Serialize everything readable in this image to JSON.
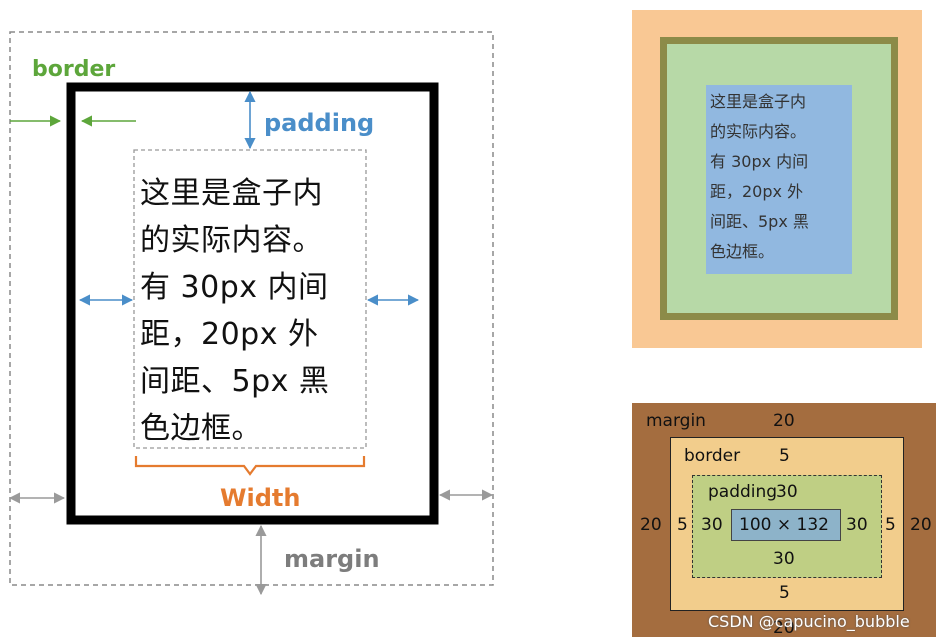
{
  "left_diagram": {
    "labels": {
      "border": "border",
      "padding": "padding",
      "width": "Width",
      "margin": "margin"
    },
    "content_lines": [
      "这里是盒子内",
      "的实际内容。",
      "有 30px 内间",
      "距，20px 外",
      "间距、5px 黑",
      "色边框。"
    ],
    "colors": {
      "border_label": "#5da63b",
      "padding_label": "#4a8ec9",
      "width_label": "#e57b2f",
      "margin_label": "#7d7d7d",
      "box_border": "#000000"
    }
  },
  "rendered_box": {
    "content_lines": [
      "这里是盒子内",
      "的实际内容。",
      "有 30px 内间",
      "距，20px 外",
      "间距、5px 黑",
      "色边框。"
    ],
    "colors": {
      "margin": "#f9c894",
      "border": "#8c8b48",
      "padding": "#b7d9a7",
      "content": "#91b8e0"
    }
  },
  "box_model": {
    "margin_label": "margin",
    "border_label": "border",
    "padding_label": "padding",
    "margin": {
      "top": "20",
      "right": "20",
      "bottom": "20",
      "left": "20"
    },
    "border": {
      "top": "5",
      "right": "5",
      "bottom": "5",
      "left": "5"
    },
    "padding": {
      "top": "30",
      "right": "30",
      "bottom": "30",
      "left": "30"
    },
    "content_size": "100 × 132",
    "colors": {
      "margin": "#a46d3f",
      "border": "#f2cd8c",
      "padding": "#bfcf84",
      "content": "#8db3c9"
    }
  },
  "watermark": "CSDN @capucino_bubble"
}
